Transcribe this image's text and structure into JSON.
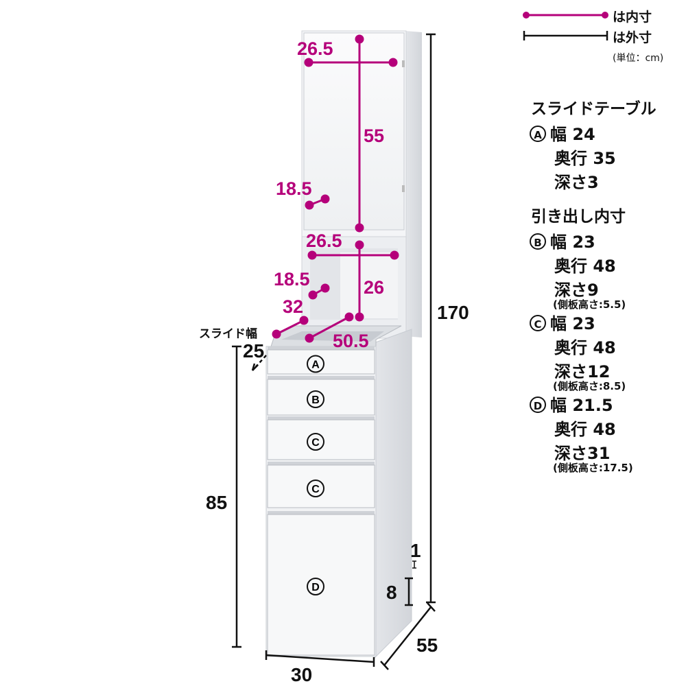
{
  "legend": {
    "inner_label": "は内寸",
    "outer_label": "は外寸",
    "unit": "(単位：cm)",
    "inner_color": "#b5007a",
    "outer_color": "#111111"
  },
  "inner_dims": {
    "top_width": "26.5",
    "top_height": "55",
    "top_depth": "18.5",
    "niche_width": "26.5",
    "niche_height": "26",
    "niche_depth": "18.5",
    "slide_depth": "32",
    "slide_width_inner": "50.5"
  },
  "outer_dims": {
    "total_height": "170",
    "lower_height": "85",
    "width": "30",
    "depth": "55",
    "slide_label": "スライド幅",
    "slide_value": "25",
    "gap": "1",
    "plinth": "8"
  },
  "drawers": [
    "A",
    "B",
    "C",
    "C",
    "D"
  ],
  "specs": [
    {
      "heading": "スライドテーブル",
      "items": [
        {
          "marker": "A",
          "width": "幅 24",
          "depth": "奥行 35",
          "deep": "深さ3",
          "note": ""
        }
      ]
    },
    {
      "heading": "引き出し内寸",
      "items": [
        {
          "marker": "B",
          "width": "幅 23",
          "depth": "奥行 48",
          "deep": "深さ9",
          "note": "(側板高さ:5.5)"
        },
        {
          "marker": "C",
          "width": "幅 23",
          "depth": "奥行 48",
          "deep": "深さ12",
          "note": "(側板高さ:8.5)"
        },
        {
          "marker": "D",
          "width": "幅 21.5",
          "depth": "奥行 48",
          "deep": "深さ31",
          "note": "(側板高さ:17.5)"
        }
      ]
    }
  ]
}
